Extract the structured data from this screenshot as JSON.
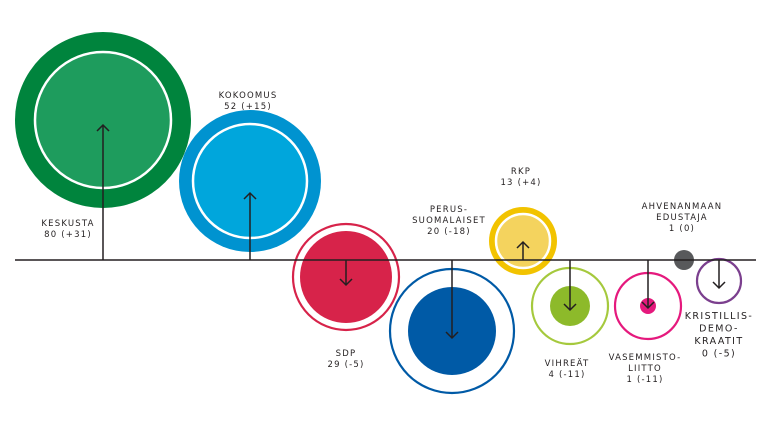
{
  "chart_data": {
    "type": "bubble",
    "title": "",
    "baseline_color": "#231f20",
    "parties": [
      {
        "name": "KESKUSTA",
        "seats": 80,
        "change": "+31",
        "result": "80 (+31)",
        "direction": "up",
        "color": "#1e9c5d",
        "ring_color": "#00843d"
      },
      {
        "name": "KOKOOMUS",
        "seats": 52,
        "change": "+15",
        "result": "52 (+15)",
        "direction": "up",
        "color": "#00a6dc",
        "ring_color": "#0093d0"
      },
      {
        "name": "SDP",
        "seats": 29,
        "change": "-5",
        "result": "29 (-5)",
        "direction": "down",
        "color": "#d7234a",
        "ring_color": "#d7234a"
      },
      {
        "name": "PERUS- SUOMALAISET",
        "name_lines": [
          "PERUS-",
          "SUOMALAISET"
        ],
        "seats": 20,
        "change": "-18",
        "result": "20 (-18)",
        "direction": "down",
        "color": "#005aa6",
        "ring_color": "#005aa6"
      },
      {
        "name": "RKP",
        "seats": 13,
        "change": "+4",
        "result": "13 (+4)",
        "direction": "up",
        "color": "#f4d35e",
        "ring_color": "#f2c300"
      },
      {
        "name": "VIHREÄT",
        "seats": 4,
        "change": "-11",
        "result": "4 (-11)",
        "direction": "down",
        "color": "#8dba2a",
        "ring_color": "#a5c93d"
      },
      {
        "name": "VASEMMISTO- LIITTO",
        "name_lines": [
          "VASEMMISTO-",
          "LIITTO"
        ],
        "seats": 1,
        "change": "-11",
        "result": "1 (-11)",
        "direction": "down",
        "color": "#e5197d",
        "ring_color": "#e5197d"
      },
      {
        "name": "AHVENANMAAN EDUSTAJA",
        "name_lines": [
          "AHVENANMAAN",
          "EDUSTAJA"
        ],
        "seats": 1,
        "change": "0",
        "result": "1 (0)",
        "direction": "none",
        "color": "#58595b",
        "ring_color": "#58595b"
      },
      {
        "name": "KRISTILLIS- DEMO- KRAATIT",
        "name_lines": [
          "KRISTILLIS-",
          "DEMO-",
          "KRAATIT"
        ],
        "seats": 0,
        "change": "-5",
        "result": "0 (-5)",
        "direction": "down",
        "color": "#7b3f8e",
        "ring_color": "#7b3f8e"
      }
    ]
  }
}
